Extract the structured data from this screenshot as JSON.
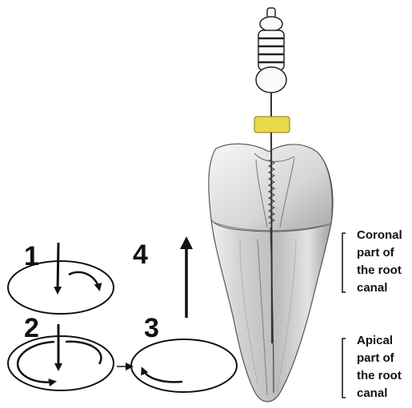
{
  "steps": [
    {
      "number": "1"
    },
    {
      "number": "2"
    },
    {
      "number": "3"
    },
    {
      "number": "4"
    }
  ],
  "regions": {
    "coronal": {
      "lines": [
        "Coronal",
        "part of",
        "the root",
        "canal"
      ]
    },
    "apical": {
      "lines": [
        "Apical",
        "part of",
        "the root",
        "canal"
      ]
    }
  },
  "colors": {
    "stopper": "#e8d84a",
    "ink": "#111111",
    "tooth_shade": "#cfcfcf"
  }
}
